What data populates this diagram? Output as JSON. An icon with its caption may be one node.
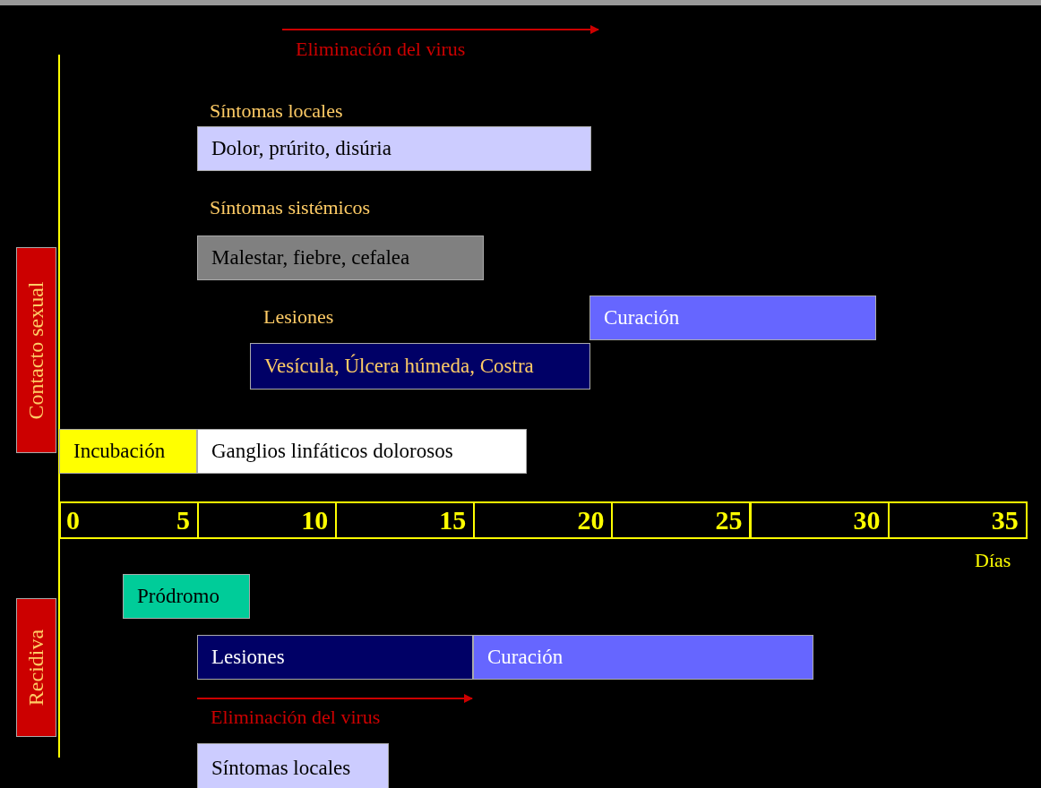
{
  "diagram": {
    "nodes": [
      {
        "text": [
          "Contacto sexual"
        ]
      },
      {
        "text": [
          "Síntomas locales",
          "Dolor, prúrito, disúria"
        ]
      },
      {
        "text": [
          "Síntomas sistémicos",
          "Malestar, fiebre, cefalea"
        ]
      },
      {
        "text": [
          "Curación"
        ]
      },
      {
        "text": [
          "Lesiones",
          "Vesícula, Úlcera húmeda, Costra"
        ]
      },
      {
        "text": [
          "Incubación"
        ]
      },
      {
        "text": [
          "Ganglios linfáticos dolorosos"
        ]
      },
      {
        "text": [
          "Recidiva"
        ]
      },
      {
        "text": [
          "Pródromo"
        ]
      },
      {
        "text": [
          "Lesiones"
        ]
      },
      {
        "text": [
          "Curación"
        ]
      },
      {
        "text": [
          "Síntomas locales"
        ]
      }
    ],
    "labels": [
      "Eliminación del virus",
      "0",
      "5",
      "10",
      "15",
      "20",
      "25",
      "30",
      "35",
      "Días",
      "Eliminación del virus"
    ]
  }
}
